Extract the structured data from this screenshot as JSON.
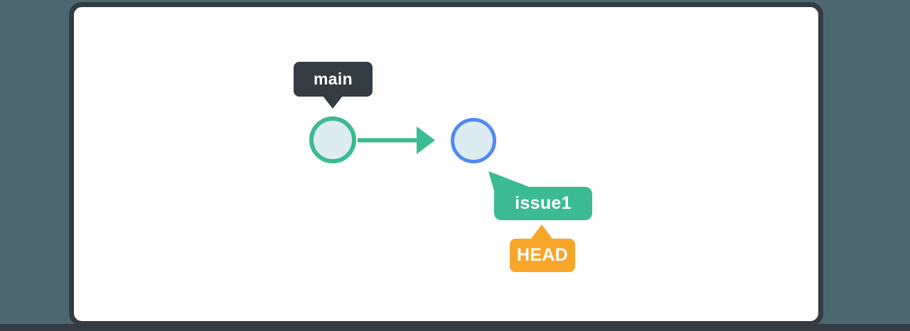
{
  "colors": {
    "page-bg": "#4d676e",
    "card-bg": "#ffffff",
    "dark": "#333c42",
    "green": "#3cba92",
    "blue": "#508af2",
    "orange": "#f8a62a",
    "node-fill": "#ddecf3",
    "label-text": "#ffffff"
  },
  "diagram": {
    "branch_labels": {
      "main": "main",
      "issue1": "issue1"
    },
    "head_label": "HEAD",
    "nodes": [
      {
        "id": "commit-1",
        "pointed_to_by": "main"
      },
      {
        "id": "commit-2",
        "pointed_to_by": "issue1"
      }
    ],
    "edges": [
      {
        "from": "commit-1",
        "to": "commit-2",
        "style": "arrow"
      }
    ]
  }
}
